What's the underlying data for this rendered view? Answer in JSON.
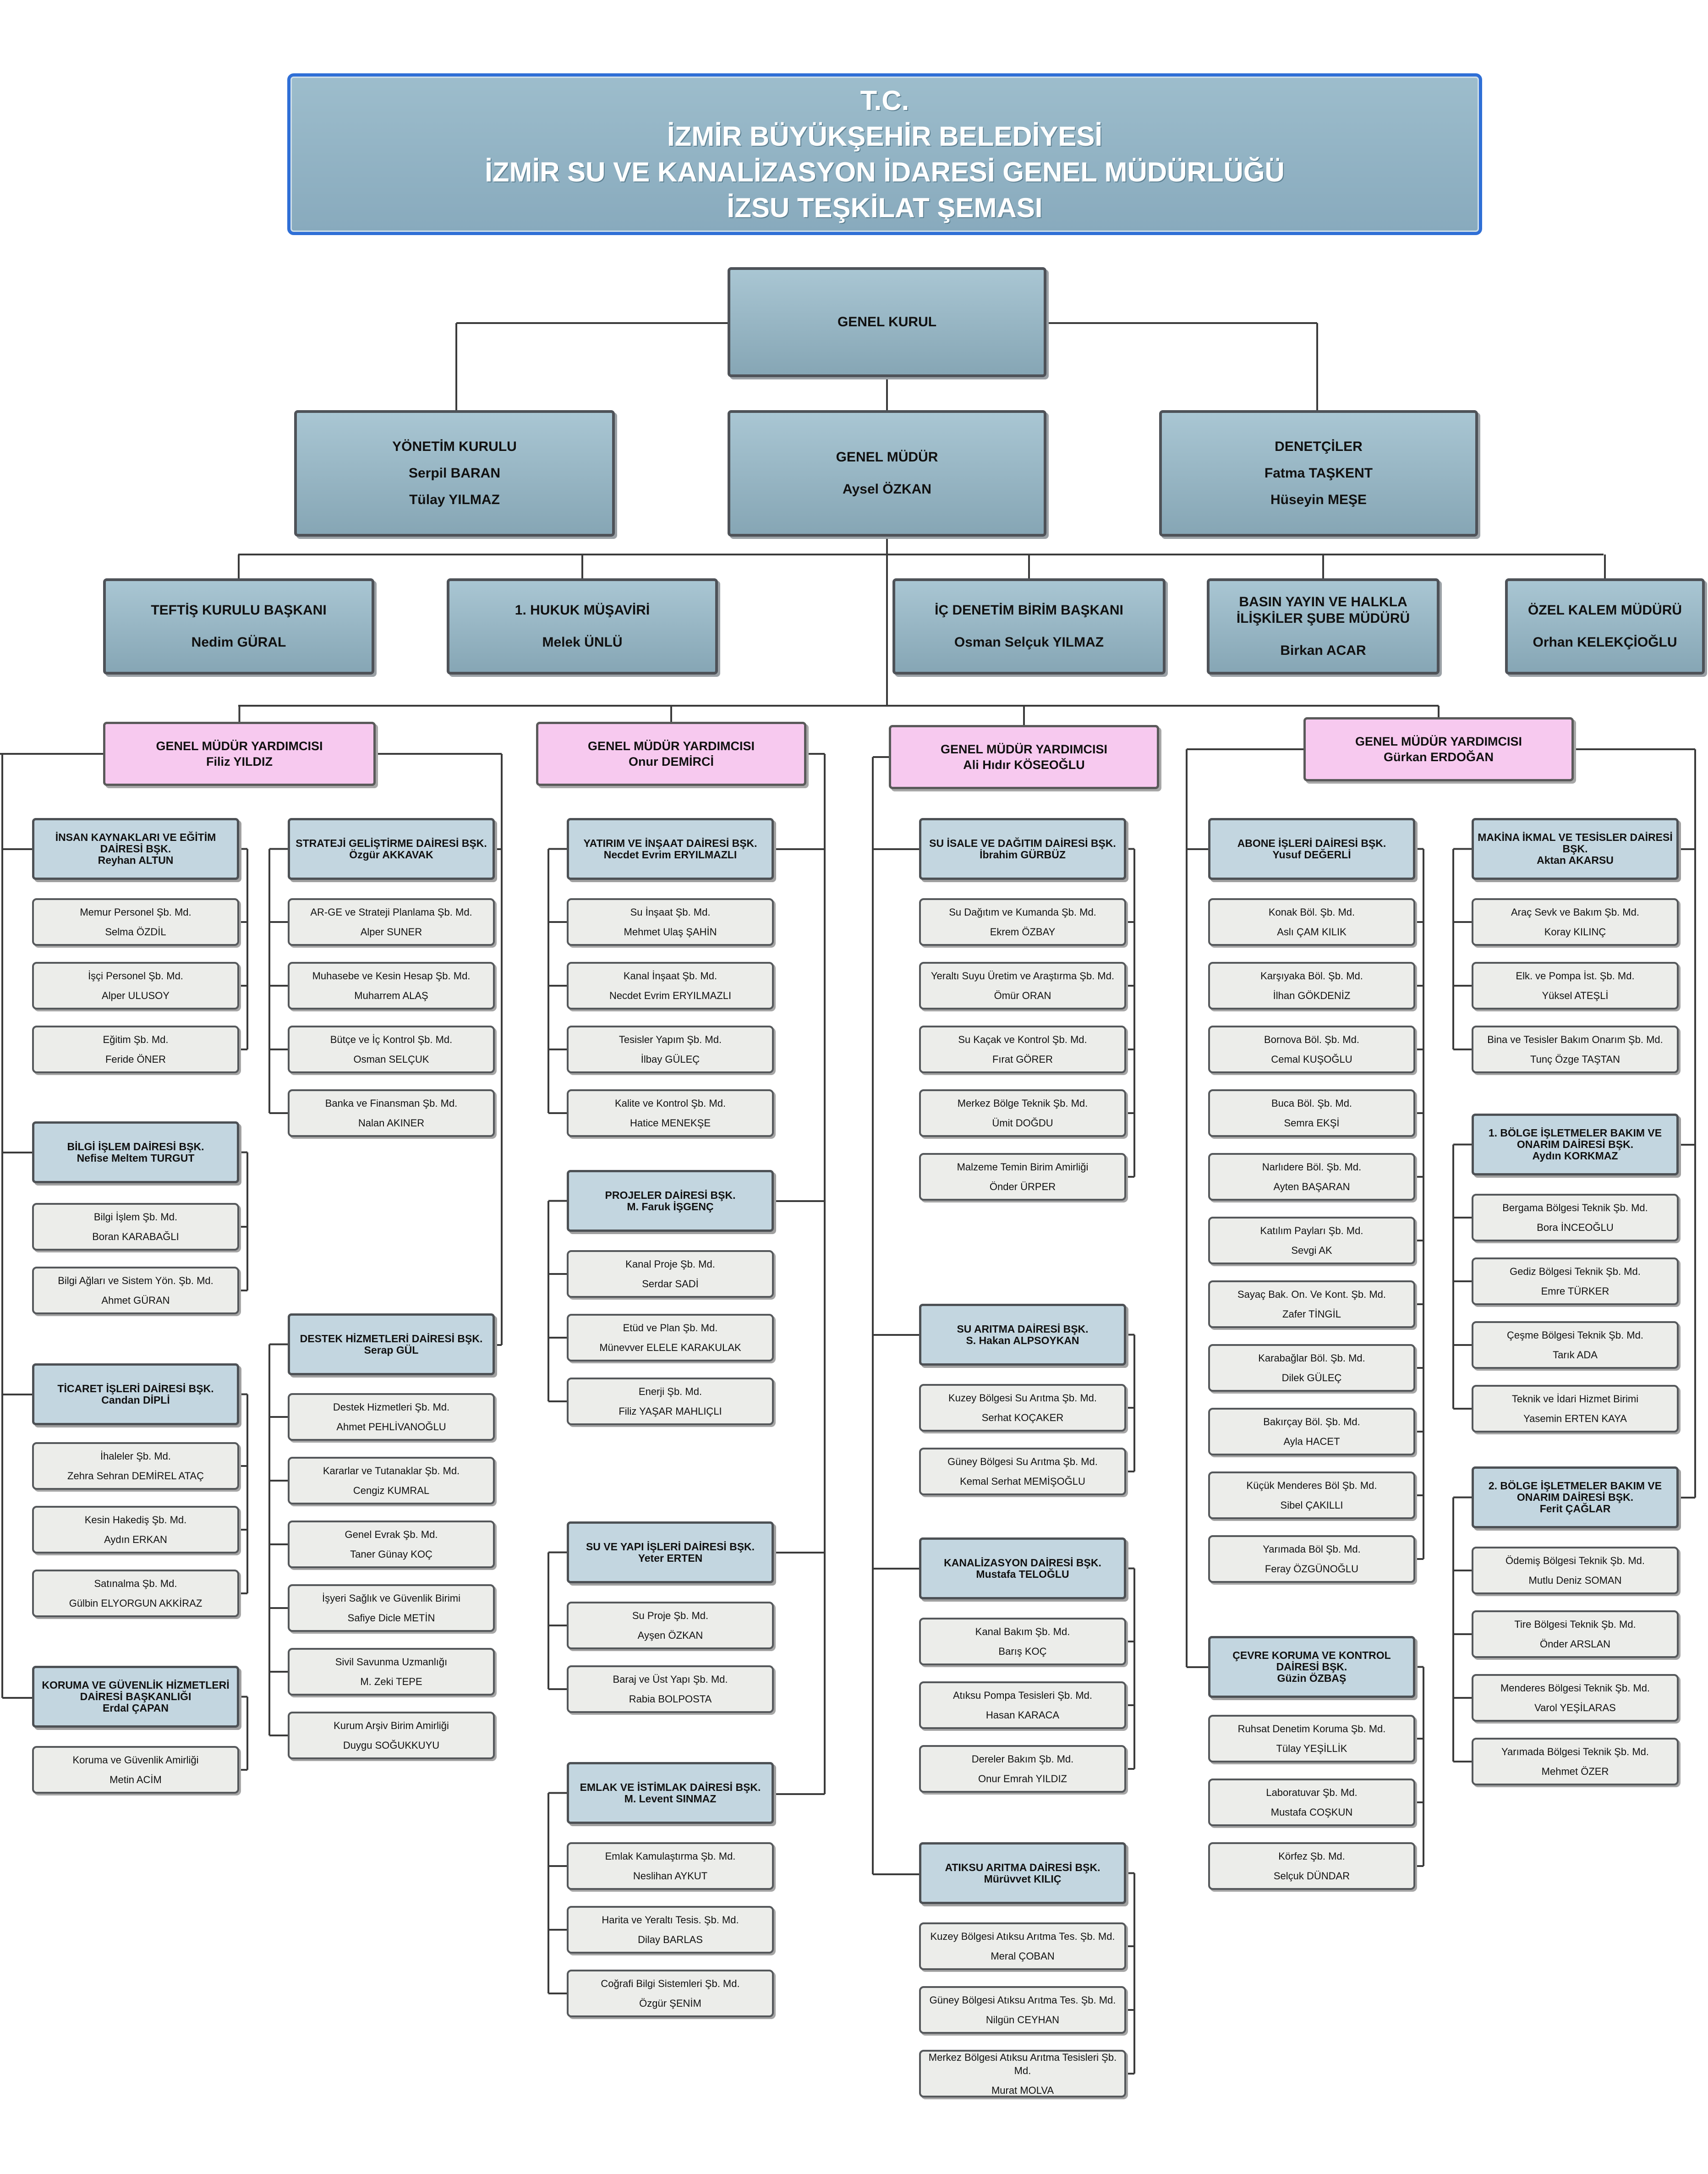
{
  "header": {
    "line1": "T.C.",
    "line2": "İZMİR BÜYÜKŞEHİR BELEDİYESİ",
    "line3": "İZMİR SU VE KANALİZASYON İDARESİ GENEL MÜDÜRLÜĞÜ",
    "line4": "İZSU TEŞKİLAT ŞEMASI"
  },
  "top": {
    "genel_kurul": "GENEL KURUL",
    "yonetim": {
      "title": "YÖNETİM KURULU",
      "m1": "Serpil BARAN",
      "m2": "Tülay YILMAZ"
    },
    "genel_mudur": {
      "title": "GENEL MÜDÜR",
      "name": "Aysel ÖZKAN"
    },
    "denetciler": {
      "title": "DENETÇİLER",
      "m1": "Fatma TAŞKENT",
      "m2": "Hüseyin MEŞE"
    }
  },
  "staff": [
    {
      "title": "TEFTİŞ KURULU BAŞKANI",
      "name": "Nedim GÜRAL"
    },
    {
      "title": "1. HUKUK MÜŞAVİRİ",
      "name": "Melek ÜNLÜ"
    },
    {
      "title": "İÇ DENETİM BİRİM BAŞKANI",
      "name": "Osman Selçuk YILMAZ"
    },
    {
      "title": "BASIN YAYIN VE HALKLA İLİŞKİLER ŞUBE MÜDÜRÜ",
      "name": "Birkan ACAR"
    },
    {
      "title": "ÖZEL KALEM MÜDÜRÜ",
      "name": "Orhan KELEKÇİOĞLU"
    }
  ],
  "gmy": [
    {
      "title": "GENEL MÜDÜR YARDIMCISI",
      "name": "Filiz YILDIZ"
    },
    {
      "title": "GENEL MÜDÜR YARDIMCISI",
      "name": "Onur DEMİRCİ"
    },
    {
      "title": "GENEL MÜDÜR YARDIMCISI",
      "name": "Ali Hıdır KÖSEOĞLU"
    },
    {
      "title": "GENEL MÜDÜR YARDIMCISI",
      "name": "Gürkan ERDOĞAN"
    }
  ],
  "departments": [
    {
      "title": "İNSAN KAYNAKLARI VE EĞİTİM DAİRESİ BŞK.",
      "head": "Reyhan ALTUN",
      "units": [
        {
          "t": "Memur Personel Şb. Md.",
          "n": "Selma ÖZDİL"
        },
        {
          "t": "İşçi Personel Şb. Md.",
          "n": "Alper ULUSOY"
        },
        {
          "t": "Eğitim Şb. Md.",
          "n": "Feride ÖNER"
        }
      ]
    },
    {
      "title": "BİLGİ İŞLEM DAİRESİ BŞK.",
      "head": "Nefise Meltem TURGUT",
      "units": [
        {
          "t": "Bilgi İşlem Şb. Md.",
          "n": "Boran KARABAĞLI"
        },
        {
          "t": "Bilgi Ağları ve Sistem Yön. Şb. Md.",
          "n": "Ahmet GÜRAN"
        }
      ]
    },
    {
      "title": "TİCARET İŞLERİ DAİRESİ BŞK.",
      "head": "Candan DİPLİ",
      "units": [
        {
          "t": "İhaleler Şb. Md.",
          "n": "Zehra Sehran DEMİREL ATAÇ"
        },
        {
          "t": "Kesin Hakediş Şb. Md.",
          "n": "Aydın ERKAN"
        },
        {
          "t": "Satınalma Şb. Md.",
          "n": "Gülbin ELYORGUN AKKİRAZ"
        }
      ]
    },
    {
      "title": "KORUMA VE GÜVENLİK HİZMETLERİ DAİRESİ BAŞKANLIĞI",
      "head": "Erdal ÇAPAN",
      "units": [
        {
          "t": "Koruma ve Güvenlik Amirliği",
          "n": "Metin ACİM"
        }
      ]
    },
    {
      "title": "STRATEJİ GELİŞTİRME DAİRESİ BŞK.",
      "head": "Özgür AKKAVAK",
      "units": [
        {
          "t": "AR-GE ve Strateji  Planlama Şb. Md.",
          "n": "Alper SUNER"
        },
        {
          "t": "Muhasebe ve Kesin Hesap Şb. Md.",
          "n": "Muharrem ALAŞ"
        },
        {
          "t": "Bütçe ve İç Kontrol Şb. Md.",
          "n": "Osman SELÇUK"
        },
        {
          "t": "Banka ve Finansman Şb. Md.",
          "n": "Nalan AKINER"
        }
      ]
    },
    {
      "title": "DESTEK HİZMETLERİ DAİRESİ BŞK.",
      "head": "Serap GÜL",
      "units": [
        {
          "t": "Destek Hizmetleri Şb. Md.",
          "n": "Ahmet PEHLİVANOĞLU"
        },
        {
          "t": "Kararlar ve Tutanaklar Şb. Md.",
          "n": "Cengiz KUMRAL"
        },
        {
          "t": "Genel Evrak Şb. Md.",
          "n": "Taner Günay KOÇ"
        },
        {
          "t": "İşyeri Sağlık ve Güvenlik Birimi",
          "n": "Safiye Dicle METİN"
        },
        {
          "t": "Sivil Savunma Uzmanlığı",
          "n": "M. Zeki TEPE"
        },
        {
          "t": "Kurum Arşiv Birim Amirliği",
          "n": "Duygu SOĞUKKUYU"
        }
      ]
    },
    {
      "title": "YATIRIM VE İNŞAAT DAİRESİ BŞK.",
      "head": "Necdet Evrim ERYILMAZLI",
      "units": [
        {
          "t": "Su İnşaat Şb. Md.",
          "n": "Mehmet Ulaş ŞAHİN"
        },
        {
          "t": "Kanal İnşaat Şb. Md.",
          "n": "Necdet Evrim ERYILMAZLI"
        },
        {
          "t": "Tesisler Yapım Şb. Md.",
          "n": "İlbay GÜLEÇ"
        },
        {
          "t": "Kalite ve Kontrol Şb. Md.",
          "n": "Hatice MENEKŞE"
        }
      ]
    },
    {
      "title": "PROJELER DAİRESİ BŞK.",
      "head": "M. Faruk İŞGENÇ",
      "units": [
        {
          "t": "Kanal Proje Şb. Md.",
          "n": "Serdar SADİ"
        },
        {
          "t": "Etüd ve Plan Şb. Md.",
          "n": "Münevver ELELE KARAKULAK"
        },
        {
          "t": "Enerji Şb. Md.",
          "n": "Filiz YAŞAR MAHLIÇLI"
        }
      ]
    },
    {
      "title": "SU VE YAPI İŞLERİ DAİRESİ BŞK.",
      "head": "Yeter ERTEN",
      "units": [
        {
          "t": "Su Proje Şb. Md.",
          "n": "Ayşen ÖZKAN"
        },
        {
          "t": "Baraj ve Üst Yapı Şb. Md.",
          "n": "Rabia BOLPOSTA"
        }
      ]
    },
    {
      "title": "EMLAK VE İSTİMLAK DAİRESİ BŞK.",
      "head": "M. Levent SINMAZ",
      "units": [
        {
          "t": "Emlak Kamulaştırma Şb. Md.",
          "n": "Neslihan AYKUT"
        },
        {
          "t": "Harita ve Yeraltı Tesis. Şb. Md.",
          "n": "Dilay BARLAS"
        },
        {
          "t": "Coğrafi Bilgi Sistemleri Şb. Md.",
          "n": "Özgür ŞENİM"
        }
      ]
    },
    {
      "title": "SU İSALE VE DAĞITIM DAİRESİ BŞK.",
      "head": "İbrahim GÜRBÜZ",
      "units": [
        {
          "t": "Su Dağıtım ve Kumanda Şb. Md.",
          "n": "Ekrem ÖZBAY"
        },
        {
          "t": "Yeraltı Suyu Üretim ve Araştırma Şb. Md.",
          "n": "Ömür ORAN"
        },
        {
          "t": "Su Kaçak ve Kontrol Şb. Md.",
          "n": "Fırat GÖRER"
        },
        {
          "t": "Merkez Bölge Teknik Şb. Md.",
          "n": "Ümit DOĞDU"
        },
        {
          "t": "Malzeme Temin Birim Amirliği",
          "n": "Önder ÜRPER"
        }
      ]
    },
    {
      "title": "SU ARITMA DAİRESİ BŞK.",
      "head": "S. Hakan ALPSOYKAN",
      "units": [
        {
          "t": "Kuzey Bölgesi Su Arıtma Şb. Md.",
          "n": "Serhat KOÇAKER"
        },
        {
          "t": "Güney Bölgesi Su Arıtma Şb. Md.",
          "n": "Kemal Serhat MEMİŞOĞLU"
        }
      ]
    },
    {
      "title": "KANALİZASYON DAİRESİ BŞK.",
      "head": "Mustafa TELOĞLU",
      "units": [
        {
          "t": "Kanal Bakım Şb. Md.",
          "n": "Barış KOÇ"
        },
        {
          "t": "Atıksu Pompa Tesisleri Şb. Md.",
          "n": "Hasan KARACA"
        },
        {
          "t": "Dereler Bakım Şb. Md.",
          "n": "Onur Emrah YILDIZ"
        }
      ]
    },
    {
      "title": "ATIKSU ARITMA DAİRESİ BŞK.",
      "head": "Mürüvvet KILIÇ",
      "units": [
        {
          "t": "Kuzey Bölgesi Atıksu Arıtma Tes. Şb. Md.",
          "n": "Meral ÇOBAN"
        },
        {
          "t": "Güney Bölgesi Atıksu Arıtma Tes. Şb. Md.",
          "n": "Nilgün CEYHAN"
        },
        {
          "t": "Merkez Bölgesi Atıksu Arıtma Tesisleri Şb. Md.",
          "n": "Murat MOLVA"
        }
      ]
    },
    {
      "title": "ABONE İŞLERİ DAİRESİ BŞK.",
      "head": "Yusuf DEĞERLİ",
      "units": [
        {
          "t": "Konak Böl. Şb. Md.",
          "n": "Aslı ÇAM KILIK"
        },
        {
          "t": "Karşıyaka Böl. Şb. Md.",
          "n": "İlhan GÖKDENİZ"
        },
        {
          "t": "Bornova Böl. Şb. Md.",
          "n": "Cemal KUŞOĞLU"
        },
        {
          "t": "Buca Böl. Şb. Md.",
          "n": "Semra EKŞİ"
        },
        {
          "t": "Narlıdere Böl. Şb. Md.",
          "n": "Ayten BAŞARAN"
        },
        {
          "t": "Katılım Payları Şb. Md.",
          "n": "Sevgi AK"
        },
        {
          "t": "Sayaç Bak. On. Ve Kont. Şb. Md.",
          "n": "Zafer TİNGİL"
        },
        {
          "t": "Karabağlar Böl. Şb. Md.",
          "n": "Dilek GÜLEÇ"
        },
        {
          "t": "Bakırçay Böl. Şb. Md.",
          "n": "Ayla HACET"
        },
        {
          "t": "Küçük Menderes Böl Şb. Md.",
          "n": "Sibel ÇAKILLI"
        },
        {
          "t": "Yarımada Böl Şb. Md.",
          "n": "Feray ÖZGÜNOĞLU"
        }
      ]
    },
    {
      "title": "ÇEVRE KORUMA VE KONTROL DAİRESİ BŞK.",
      "head": "Güzin ÖZBAŞ",
      "units": [
        {
          "t": "Ruhsat Denetim Koruma Şb. Md.",
          "n": "Tülay YEŞİLLİK"
        },
        {
          "t": "Laboratuvar Şb. Md.",
          "n": "Mustafa COŞKUN"
        },
        {
          "t": "Körfez Şb. Md.",
          "n": "Selçuk DÜNDAR"
        }
      ]
    },
    {
      "title": "MAKİNA İKMAL VE TESİSLER DAİRESİ BŞK.",
      "head": "Aktan AKARSU",
      "units": [
        {
          "t": "Araç Sevk ve Bakım Şb. Md.",
          "n": "Koray KILINÇ"
        },
        {
          "t": "Elk. ve Pompa İst. Şb. Md.",
          "n": "Yüksel ATEŞLİ"
        },
        {
          "t": "Bina ve Tesisler Bakım Onarım Şb. Md.",
          "n": "Tunç Özge TAŞTAN"
        }
      ]
    },
    {
      "title": "1. BÖLGE İŞLETMELER BAKIM VE ONARIM DAİRESİ BŞK.",
      "head": "Aydın KORKMAZ",
      "units": [
        {
          "t": "Bergama Bölgesi Teknik Şb. Md.",
          "n": "Bora İNCEOĞLU"
        },
        {
          "t": "Gediz Bölgesi Teknik Şb. Md.",
          "n": "Emre TÜRKER"
        },
        {
          "t": "Çeşme Bölgesi Teknik Şb. Md.",
          "n": "Tarık ADA"
        },
        {
          "t": "Teknik ve İdari Hizmet Birimi",
          "n": "Yasemin ERTEN KAYA"
        }
      ]
    },
    {
      "title": "2. BÖLGE İŞLETMELER BAKIM VE ONARIM DAİRESİ BŞK.",
      "head": "Ferit ÇAĞLAR",
      "units": [
        {
          "t": "Ödemiş Bölgesi Teknik Şb. Md.",
          "n": "Mutlu Deniz SOMAN"
        },
        {
          "t": "Tire Bölgesi Teknik Şb. Md.",
          "n": "Önder ARSLAN"
        },
        {
          "t": "Menderes Bölgesi Teknik Şb. Md.",
          "n": "Varol YEŞİLARAS"
        },
        {
          "t": "Yarımada Bölgesi Teknik Şb. Md.",
          "n": "Mehmet ÖZER"
        }
      ]
    }
  ]
}
